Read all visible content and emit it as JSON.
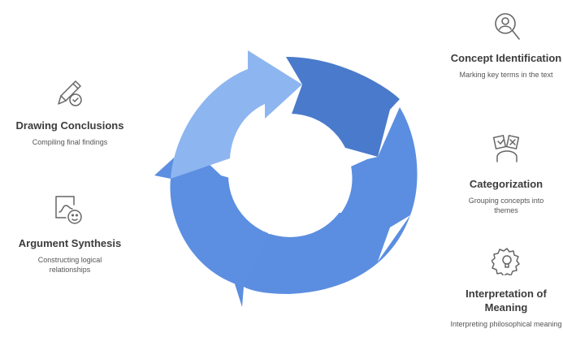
{
  "colors": {
    "segment_dark": "#4a7acb",
    "segment_mid": "#5b8ee0",
    "segment_light": "#8db5f0",
    "segment_lighter": "#78a6ec",
    "icon_stroke": "#666666"
  },
  "steps": [
    {
      "title": "Concept Identification",
      "description": "Marking key terms in the text",
      "icon": "search-person-icon"
    },
    {
      "title": "Categorization",
      "description": "Grouping concepts into themes",
      "icon": "sorting-cards-icon"
    },
    {
      "title": "Interpretation of Meaning",
      "description": "Interpreting philosophical meaning",
      "icon": "gear-lightbulb-icon"
    },
    {
      "title": "Argument Synthesis",
      "description": "Constructing logical relationships",
      "icon": "puzzle-face-icon"
    },
    {
      "title": "Drawing Conclusions",
      "description": "Compiling final findings",
      "icon": "pen-check-icon"
    }
  ]
}
